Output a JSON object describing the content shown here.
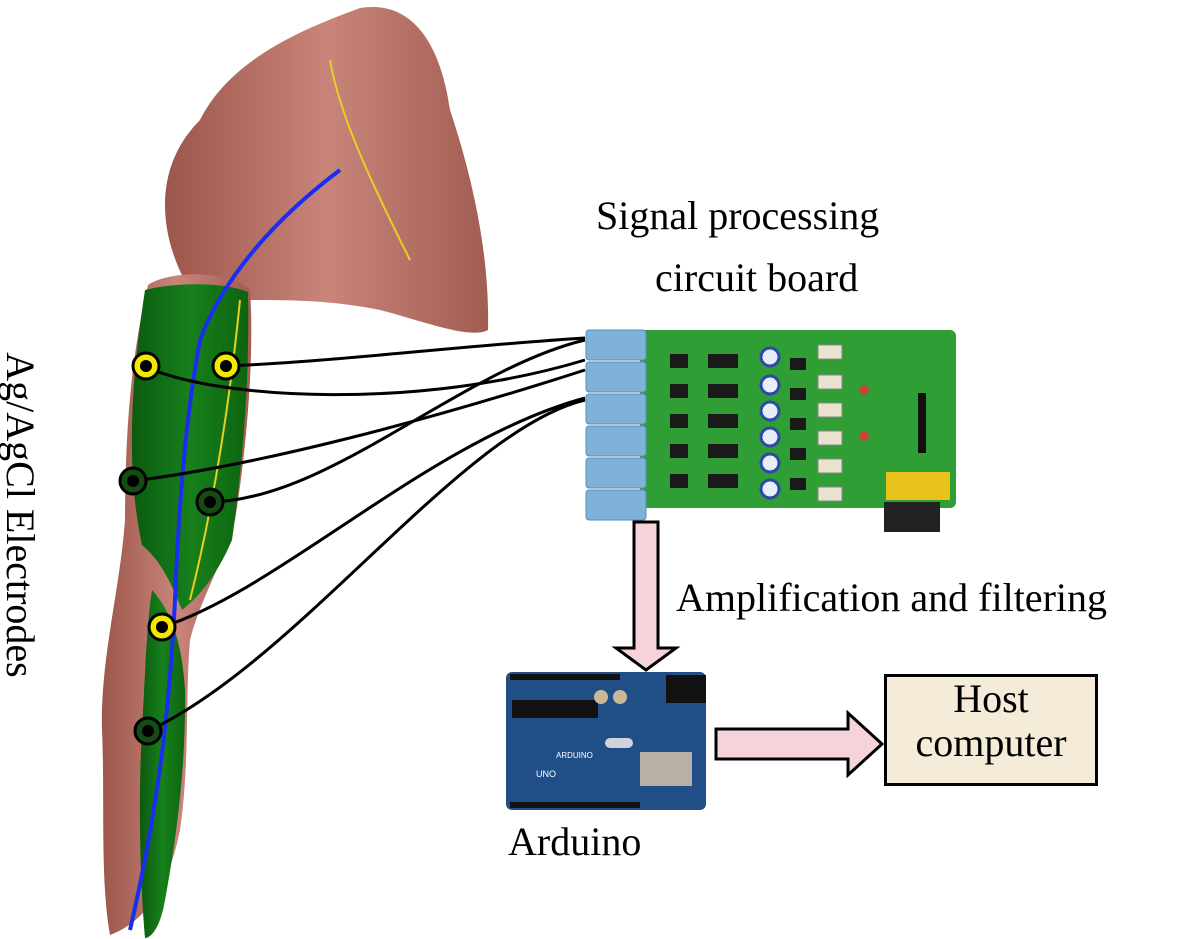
{
  "labels": {
    "electrodes": "Ag/AgCl Electrodes",
    "board_line1": "Signal processing",
    "board_line2": "circuit board",
    "amplification": "Amplification and filtering",
    "arduino": "Arduino",
    "host_line1": "Host",
    "host_line2": "computer"
  },
  "arduino_board_text": {
    "brand": "ARDUINO",
    "model": "UNO"
  },
  "colors": {
    "arrow_fill": "#f6d3d8",
    "host_box_fill": "#f4ecd8",
    "muscle_highlight": "#0f6e12",
    "muscle_base": "#b56b5e",
    "electrode_yellow": "#f5e800",
    "electrode_dark": "#144c14",
    "board_green": "#2f9e35",
    "connector_blue": "#7fb2d9",
    "arduino_blue": "#1f4f86"
  },
  "electrodes": [
    {
      "id": 1,
      "ring": "yellow"
    },
    {
      "id": 2,
      "ring": "yellow"
    },
    {
      "id": 3,
      "ring": "dark"
    },
    {
      "id": 4,
      "ring": "dark"
    },
    {
      "id": 5,
      "ring": "yellow"
    },
    {
      "id": 6,
      "ring": "dark"
    }
  ],
  "board": {
    "channels": 6
  }
}
